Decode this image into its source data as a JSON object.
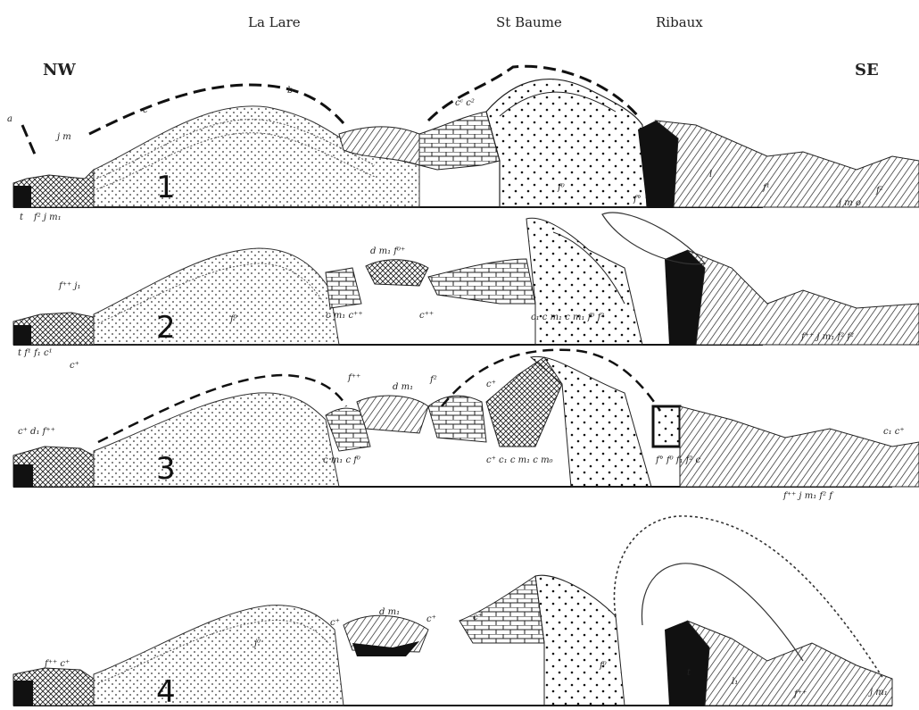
{
  "header": {
    "locality_1": "La Lare",
    "locality_2": "St Baume",
    "locality_3": "Ribaux",
    "orientation_left": "NW",
    "orientation_right": "SE"
  },
  "sections": [
    {
      "number": "1",
      "labels": {
        "a": "a",
        "b": "b",
        "c": "c",
        "t_left": "t",
        "jm_left": "f² j m₁",
        "c_pair": "cᶜ c²",
        "fold": "f⁰",
        "l_right": "l",
        "jmo": "j m o",
        "f_right": "f²",
        "f_mid": "f°",
        "jm_right": "j m",
        "l1": "f¹"
      }
    },
    {
      "number": "2",
      "labels": {
        "top_left": "f⁺⁺ j₁",
        "dm": "d m₁ f⁰⁺",
        "f_core": "f⁰",
        "cm1": "c m₁ c⁺⁺",
        "cm2": "c⁺⁺",
        "c_row": "c₁ c m₁ c m₁ f⁰ f²",
        "bottom_left": "t f¹ f₁ c¹",
        "c1": "c⁺",
        "jm_right": "f⁺⁺ j m₁ f² f²"
      }
    },
    {
      "number": "3",
      "labels": {
        "top_left": "c⁺ d₁ f⁺⁺",
        "fc": "f⁺⁺",
        "dm": "d m₁",
        "f_top": "f²",
        "c_top": "c⁺",
        "c_row1": "c m₁ c f⁰",
        "c_row2": "c⁺ c₁ c m₁ c m₀",
        "f_row": "f° f⁰ f₁ f² c",
        "jm_right": "f⁺⁺ j m₁ f² f",
        "c_right": "c₁ c⁺"
      }
    },
    {
      "number": "4",
      "labels": {
        "top_left": "f⁺⁺ c⁺",
        "c_left": "c⁺",
        "dm": "d m₁",
        "c_mid": "c⁺",
        "c_right": "c⁺",
        "j": "j⁰",
        "f_core": "f⁰",
        "t": "t",
        "l": "l₁",
        "jm_right": "f⁺⁺",
        "j_right": "j m₁"
      }
    }
  ]
}
